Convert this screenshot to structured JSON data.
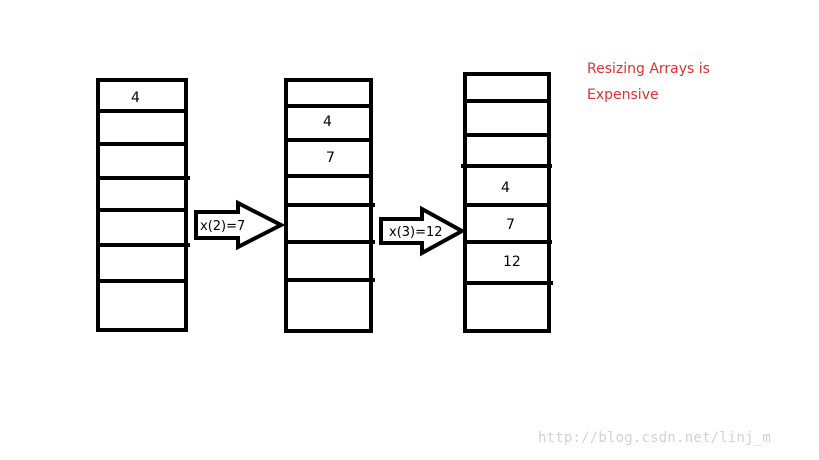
{
  "arrays": [
    {
      "cells": [
        "4",
        "",
        "",
        "",
        "",
        "",
        ""
      ]
    },
    {
      "cells": [
        "",
        "4",
        "7",
        "",
        "",
        "",
        ""
      ]
    },
    {
      "cells": [
        "",
        "",
        "",
        "4",
        "7",
        "12",
        ""
      ]
    }
  ],
  "arrows": [
    {
      "label": "x(2)=7"
    },
    {
      "label": "x(3)=12"
    }
  ],
  "note": {
    "line1": "Resizing Arrays is",
    "line2": "Expensive",
    "color": "#e03030"
  },
  "watermark": "http://blog.csdn.net/linj_m"
}
